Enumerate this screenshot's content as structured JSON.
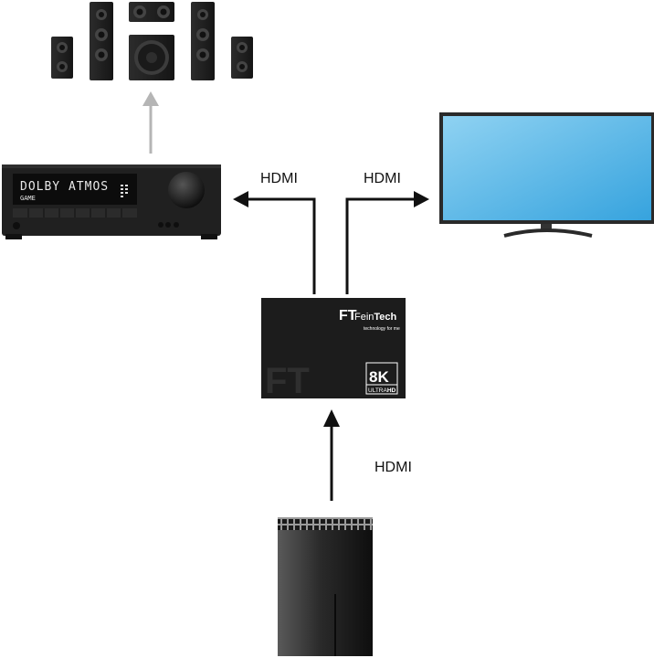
{
  "labels": {
    "hdmi_receiver": "HDMI",
    "hdmi_tv": "HDMI",
    "hdmi_input": "HDMI"
  },
  "receiver": {
    "display_line1": "DOLBY ATMOS",
    "display_line2": "GAME"
  },
  "splitter": {
    "logo_mark": "FT",
    "brand_part1": "Fein",
    "brand_part2": "Tech",
    "tagline": "technology for me",
    "badge_main": "8K",
    "badge_sub1": "ULTRA",
    "badge_sub2": "HD",
    "watermark": "FT"
  },
  "colors": {
    "arrow_main": "#111111",
    "arrow_speaker": "#b5b5b5",
    "tv_screen_top": "#7ec8ee",
    "tv_screen_bottom": "#3aa6df",
    "device_dark": "#1c1c1c"
  }
}
